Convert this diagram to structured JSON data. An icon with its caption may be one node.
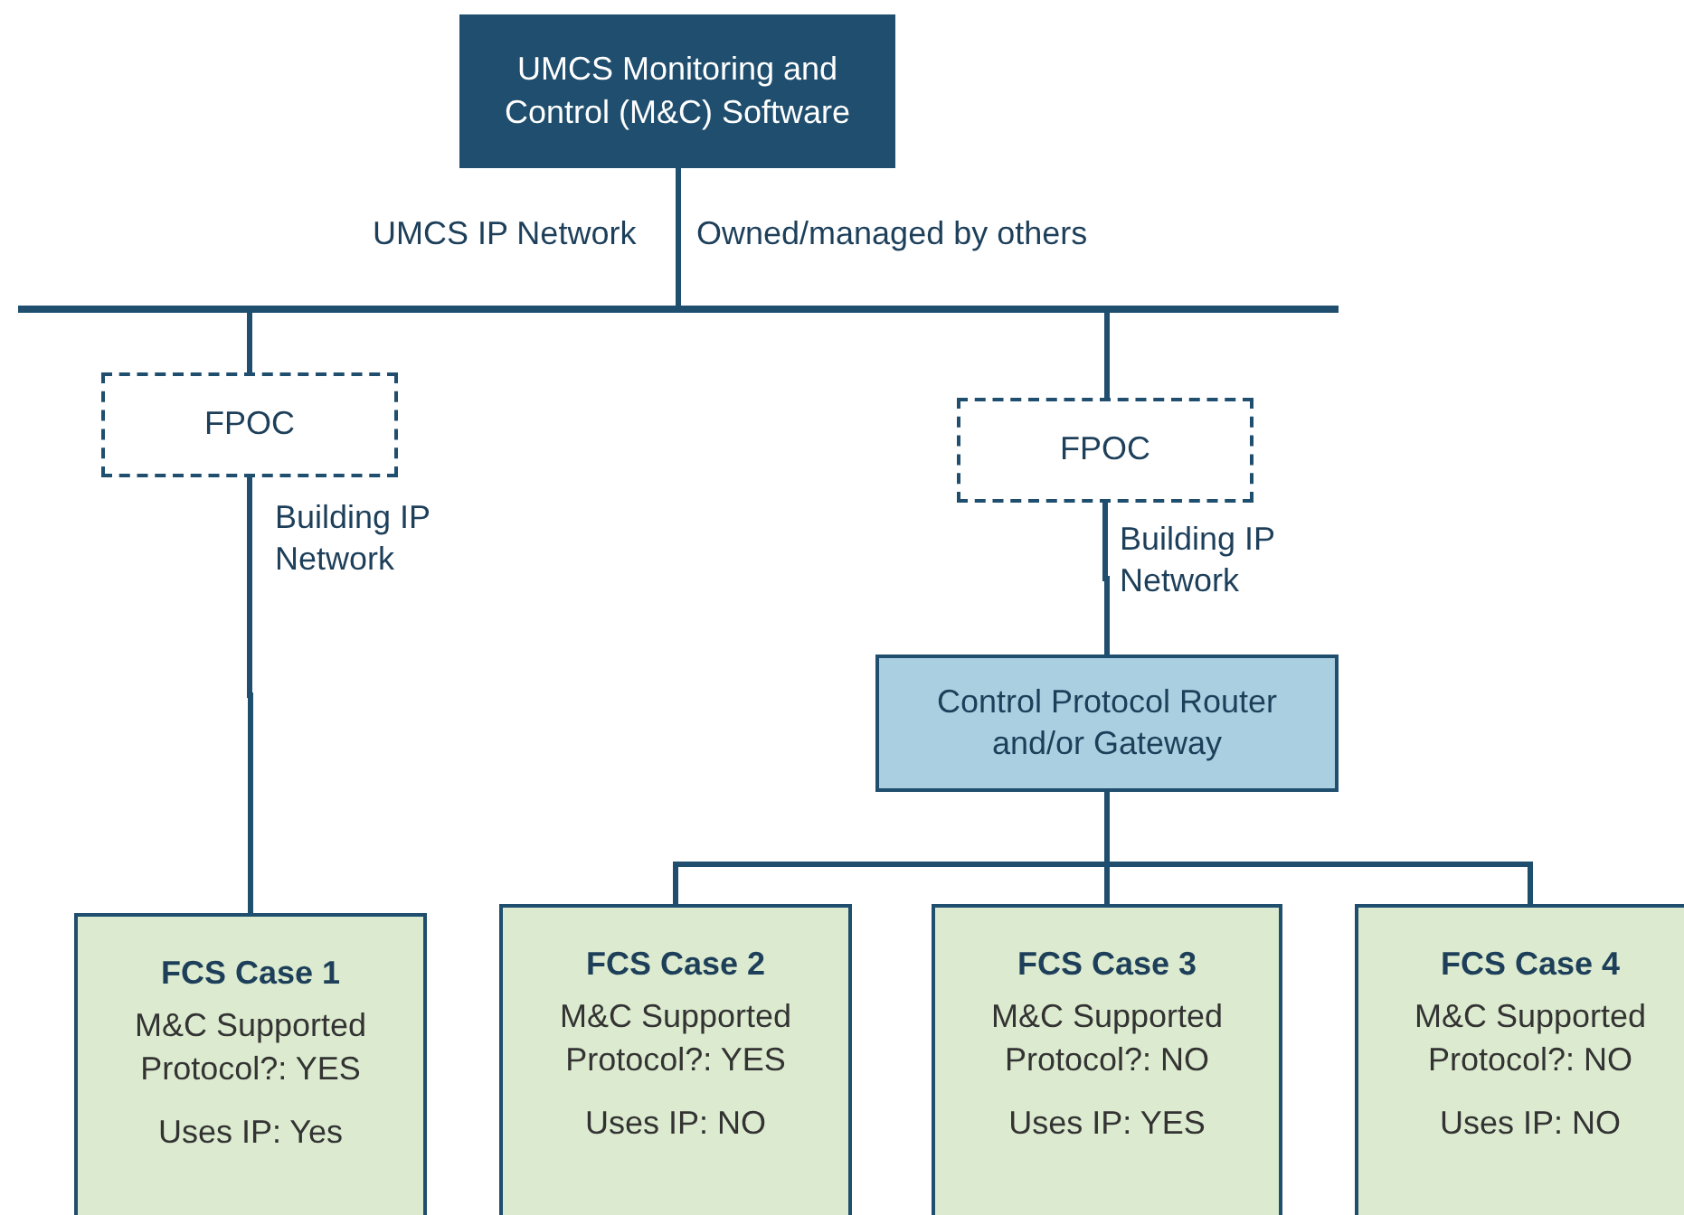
{
  "diagram": {
    "nodes": [
      {
        "text": [
          "UMCS Monitoring and Control (M&C) Software"
        ]
      },
      {
        "text": [],
        "shape": "bar"
      },
      {
        "text": [
          "FPOC"
        ]
      },
      {
        "text": [
          "FPOC"
        ]
      },
      {
        "text": [
          "Control Protocol Router and/or Gateway"
        ]
      },
      {
        "text": [
          "FCS Case 1",
          "M&C Supported Protocol?: YES",
          "Uses IP: Yes"
        ]
      },
      {
        "text": [
          "FCS Case 2",
          "M&C Supported Protocol?: YES",
          "Uses IP: NO"
        ]
      },
      {
        "text": [
          "FCS Case 3",
          "M&C Supported Protocol?: NO",
          "Uses IP: YES"
        ]
      },
      {
        "text": [
          "FCS Case 4",
          "M&C Supported Protocol?: NO",
          "Uses IP: NO"
        ]
      }
    ],
    "edges": [
      {
        "from": 0,
        "to": 1,
        "arrow": "none"
      },
      {
        "from": 1,
        "to": 2,
        "arrow": "none"
      },
      {
        "from": 1,
        "to": 3,
        "arrow": "none"
      },
      {
        "from": 2,
        "to": 5,
        "arrow": "none",
        "label": "Building IP Network"
      },
      {
        "from": 3,
        "to": 4,
        "arrow": "none",
        "label": "Building IP Network"
      },
      {
        "from": 4,
        "to": 6,
        "arrow": "none"
      },
      {
        "from": 4,
        "to": 7,
        "arrow": "none"
      },
      {
        "from": 4,
        "to": 8,
        "arrow": "none"
      }
    ],
    "labels": [
      "UMCS IP Network",
      "Owned/managed by others"
    ]
  }
}
